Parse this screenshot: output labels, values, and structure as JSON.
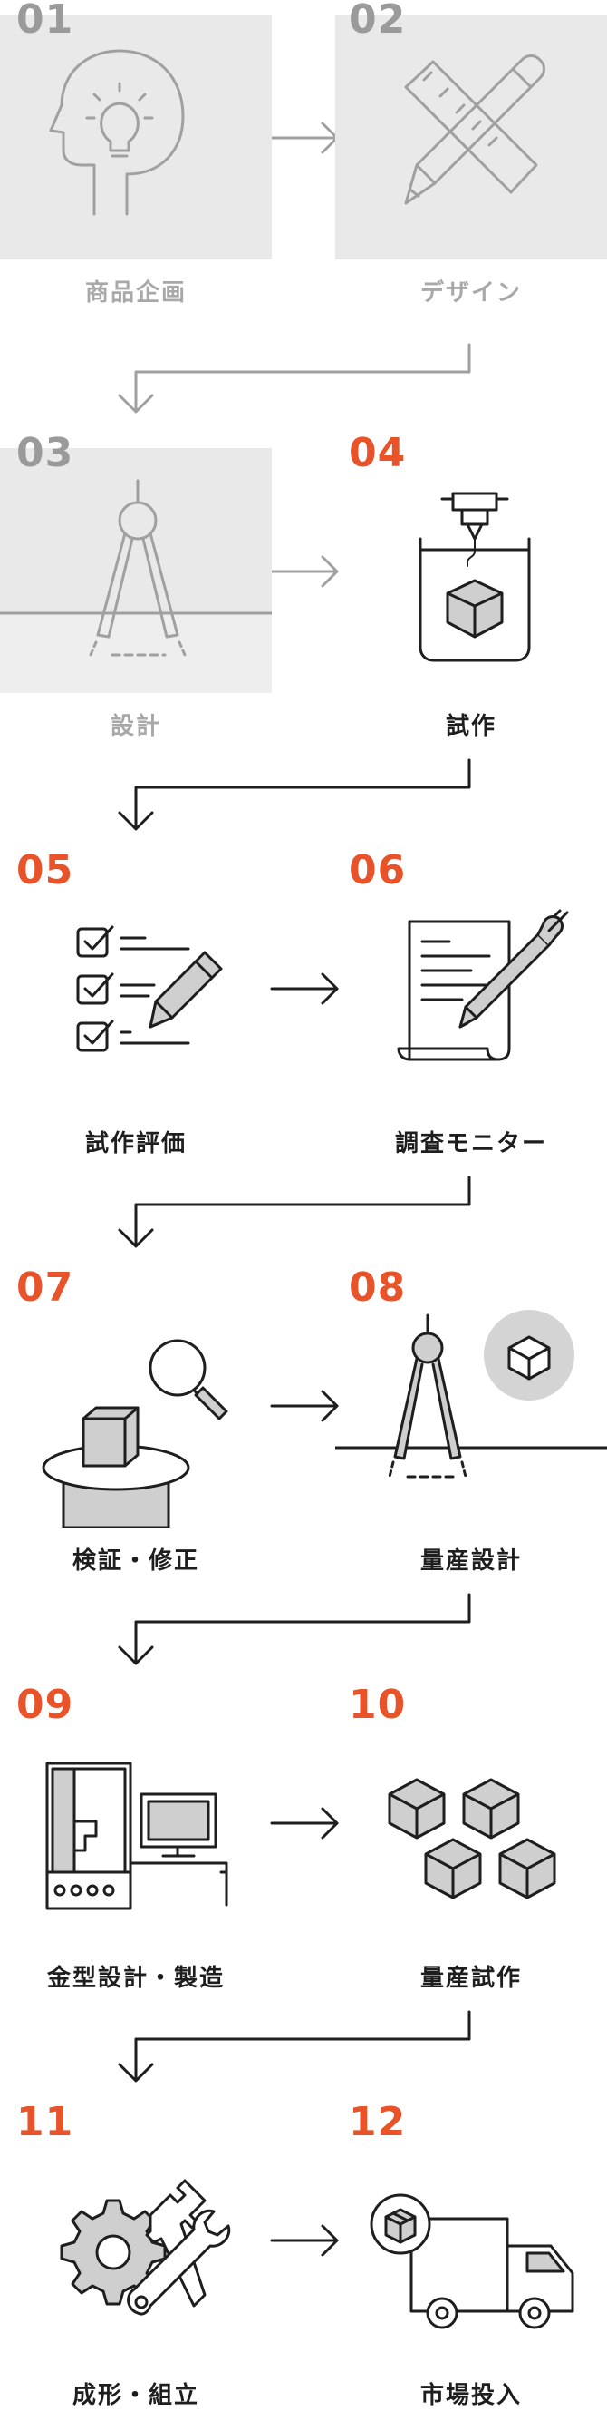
{
  "colors": {
    "accent": "#e8532a",
    "inactive": "#a0a0a0",
    "active": "#1e1e1e"
  },
  "steps": [
    {
      "number": "01",
      "label": "商品企画",
      "icon": "head-lightbulb-icon",
      "state": "inactive"
    },
    {
      "number": "02",
      "label": "デザイン",
      "icon": "pencil-ruler-icon",
      "state": "inactive"
    },
    {
      "number": "03",
      "label": "設計",
      "icon": "compass-drafting-icon",
      "state": "inactive"
    },
    {
      "number": "04",
      "label": "試作",
      "icon": "3d-printer-icon",
      "state": "active"
    },
    {
      "number": "05",
      "label": "試作評価",
      "icon": "checklist-icon",
      "state": "active"
    },
    {
      "number": "06",
      "label": "調査モニター",
      "icon": "document-pen-icon",
      "state": "active"
    },
    {
      "number": "07",
      "label": "検証・修正",
      "icon": "magnifier-box-icon",
      "state": "active"
    },
    {
      "number": "08",
      "label": "量産設計",
      "icon": "compass-box-icon",
      "state": "active"
    },
    {
      "number": "09",
      "label": "金型設計・製造",
      "icon": "machine-computer-icon",
      "state": "active"
    },
    {
      "number": "10",
      "label": "量産試作",
      "icon": "cubes-icon",
      "state": "active"
    },
    {
      "number": "11",
      "label": "成形・組立",
      "icon": "gear-tools-icon",
      "state": "active"
    },
    {
      "number": "12",
      "label": "市場投入",
      "icon": "delivery-truck-icon",
      "state": "active"
    }
  ]
}
